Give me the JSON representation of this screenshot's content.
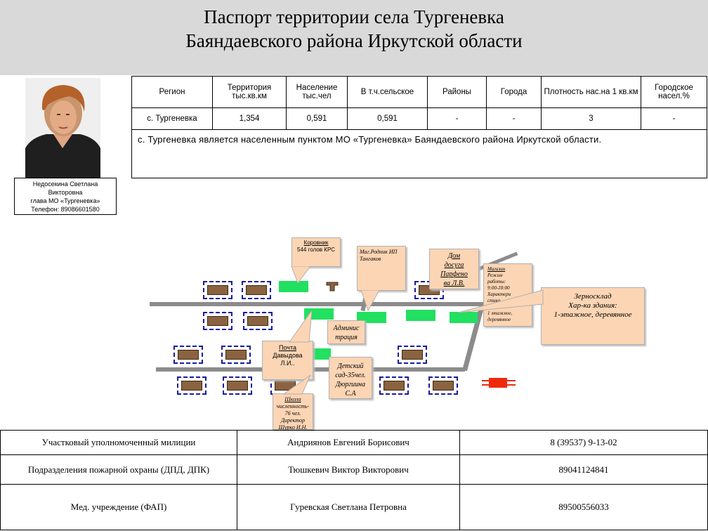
{
  "header": {
    "title_line1": "Паспорт территории села Тургеневка",
    "title_line2": "Баяндаевского района Иркутской области"
  },
  "head_person": {
    "name_line1": "Недосекина Светлана",
    "name_line2": "Викторовна",
    "position": "глава МО «Тургеневка»",
    "phone": "Телефон: 89086601580"
  },
  "stats": {
    "headers": [
      "Регион",
      "Территория тыс.кв.км",
      "Население тыс.чел",
      "В т.ч.сельское",
      "Районы",
      "Города",
      "Плотность нас.на 1 кв.км",
      "Городское насел.%"
    ],
    "row": [
      "с. Тургеневка",
      "1,354",
      "0,591",
      "0,591",
      "-",
      "-",
      "3",
      "-"
    ],
    "description": "с. Тургеневка является населенным пунктом МО «Тургеневка» Баяндаевского района Иркутской области."
  },
  "map": {
    "korovnik": {
      "title": "Коровник",
      "text": "544 голов КРС"
    },
    "shop": {
      "text": "Маг.Родник ИП Тангаков"
    },
    "dom_dosuga": {
      "line1": "Дом",
      "line2": "досуга",
      "line3": "Парфено",
      "line4": "ва Л.В."
    },
    "magazin": {
      "title": "Магазин",
      "line1": "Режим",
      "line2": "работы:",
      "line3": "9:00-18:00",
      "line4": "Характери",
      "line5": "стика",
      "line6": "здания:",
      "line7": "1 этажное,",
      "line8": "деревянное"
    },
    "zernosklad": {
      "line1": "Зерносклад",
      "line2": "Хар-ка здания:",
      "line3": "1-этажное, деревянное"
    },
    "admin": {
      "line1": "Админис",
      "line2": "трация"
    },
    "pochta": {
      "title": "Почта",
      "line1": "Давыдова",
      "line2": "Л.И.."
    },
    "detsad": {
      "line1": "Детский",
      "line2": "сад-35чел.",
      "line3": "Дюргиина",
      "line4": "С.А"
    },
    "shkola": {
      "title": "Школа",
      "line1": "численность-",
      "line2": "76 чел.",
      "line3": "Директор",
      "line4": "Шурко И.Н."
    }
  },
  "contacts": [
    {
      "service": "Участковый уполномоченный милиции",
      "person": "Андриянов Евгений Борисович",
      "phone": "8 (39537) 9-13-02"
    },
    {
      "service": "Подразделения пожарной охраны (ДПД, ДПК)",
      "person": "Тюшкевич Виктор Викторович",
      "phone": "89041124841"
    },
    {
      "service": "Мед. учреждение (ФАП)",
      "person": "Гуревская Светлана Петровна",
      "phone": "89500556033"
    }
  ]
}
